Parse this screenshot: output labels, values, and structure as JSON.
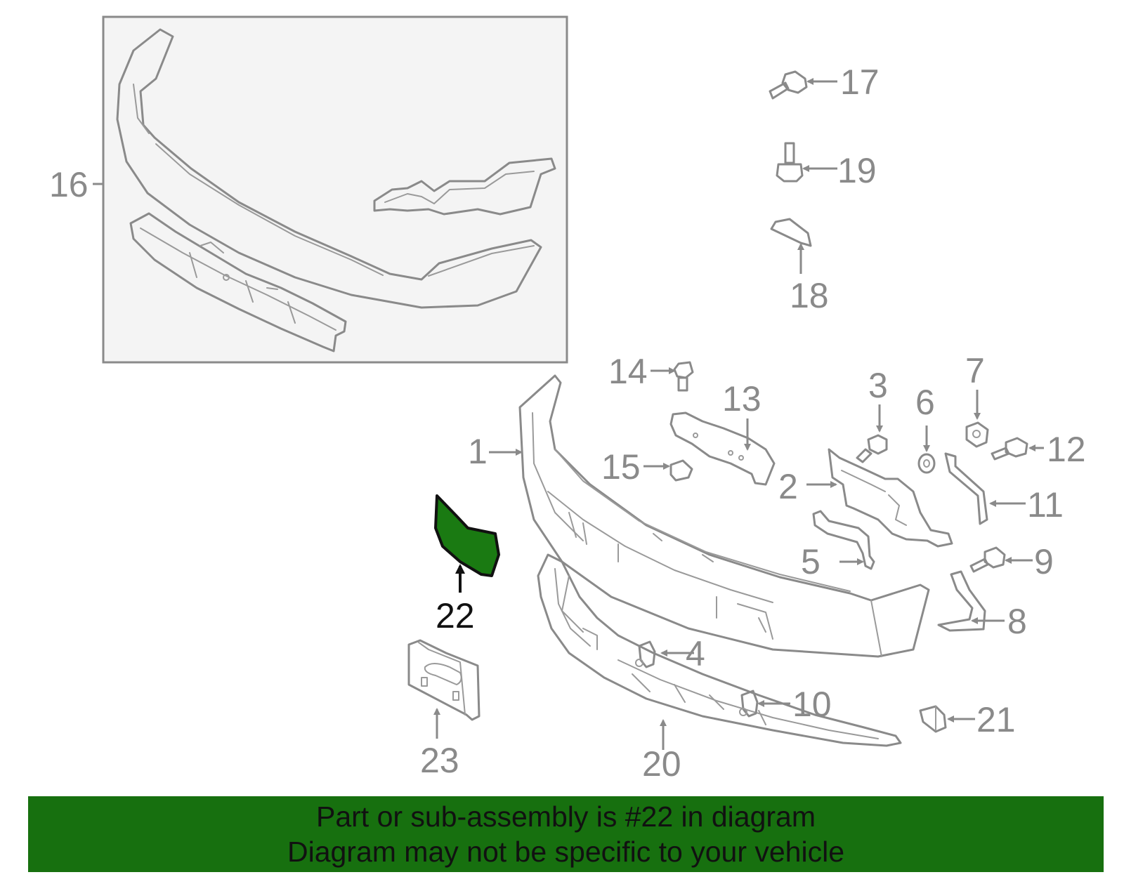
{
  "labels": {
    "l1": "1",
    "l2": "2",
    "l3": "3",
    "l4": "4",
    "l5": "5",
    "l6": "6",
    "l7": "7",
    "l8": "8",
    "l9": "9",
    "l10": "10",
    "l11": "11",
    "l12": "12",
    "l13": "13",
    "l14": "14",
    "l15": "15",
    "l16": "16",
    "l17": "17",
    "l18": "18",
    "l19": "19",
    "l20": "20",
    "l21": "21",
    "l22": "22",
    "l23": "23"
  },
  "highlight_color": "#1a7a12",
  "banner": {
    "line1": "Part or sub-assembly is #22 in diagram",
    "line2": "Diagram may not be specific to your vehicle"
  }
}
